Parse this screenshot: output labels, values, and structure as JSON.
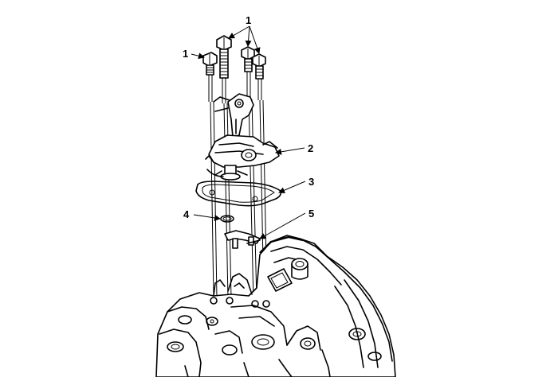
{
  "callouts": [
    {
      "id": "1",
      "label": "1"
    },
    {
      "id": "1b",
      "label": "1"
    },
    {
      "id": "2",
      "label": "2"
    },
    {
      "id": "3",
      "label": "3"
    },
    {
      "id": "4",
      "label": "4"
    },
    {
      "id": "5",
      "label": "5"
    }
  ]
}
